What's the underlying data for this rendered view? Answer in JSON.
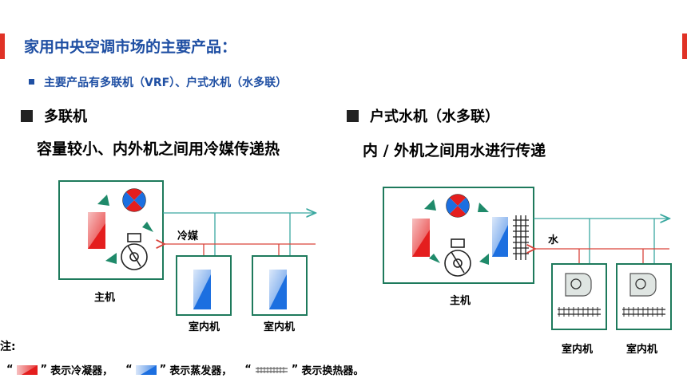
{
  "header": {
    "title": "家用中央空调市场的主要产品：",
    "bullet": "主要产品有多联机（VRF）、户式水机（水多联）"
  },
  "left": {
    "heading": "多联机",
    "description": "容量较小、内外机之间用冷媒传递热",
    "pipe_label": "冷媒",
    "outdoor_label": "主机",
    "indoor_labels": [
      "室内机",
      "室内机"
    ]
  },
  "right": {
    "heading": "户式水机（水多联）",
    "description": "内 / 外机之间用水进行传递",
    "pipe_label": "水",
    "outdoor_label": "主机",
    "indoor_labels": [
      "室内机",
      "室内机"
    ]
  },
  "note": {
    "label": "注:",
    "open_quote": "“",
    "close_quote": "”",
    "condenser_text": "表示冷凝器，",
    "evaporator_text": "表示蒸发器，",
    "exchanger_text": "表示换热器。"
  },
  "colors": {
    "accent_blue": "#1f4fa3",
    "accent_red": "#e03226",
    "box_green": "#1e7a5c",
    "pipe_teal": "#3aa8a0",
    "pipe_red": "#d9433b",
    "arrow_green": "#1f8a6a"
  }
}
